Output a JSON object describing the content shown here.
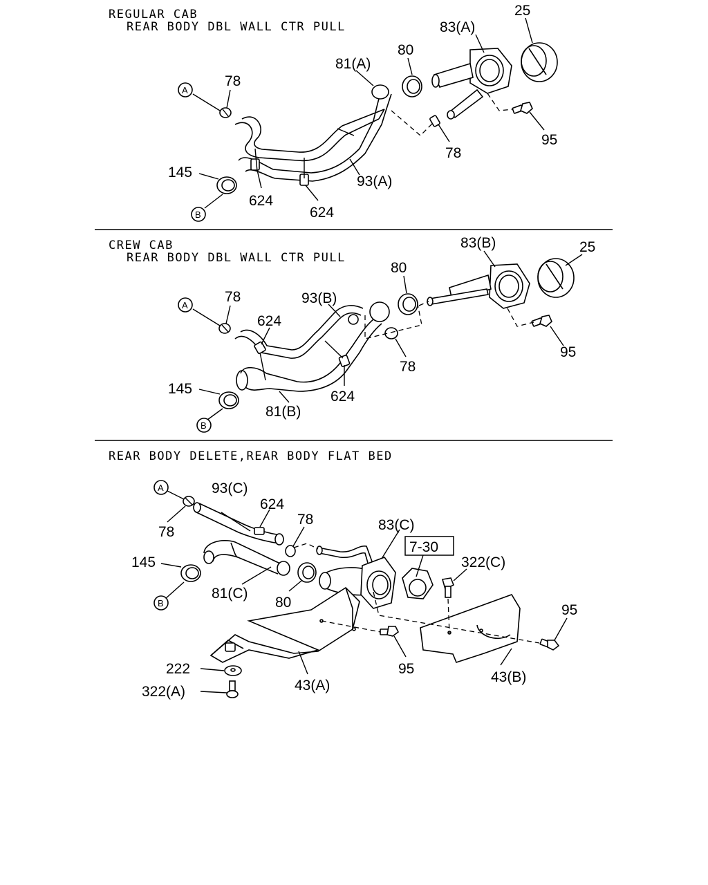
{
  "sections": [
    {
      "title": "REGULAR CAB",
      "subtitle": "REAR BODY DBL WALL CTR PULL",
      "labels": {
        "p25": "25",
        "p83": "83(A)",
        "p80": "80",
        "p81": "81(A)",
        "p78a": "78",
        "p78b": "78",
        "p95": "95",
        "p145": "145",
        "p624a": "624",
        "p624b": "624",
        "p93": "93(A)",
        "ca": "A",
        "cb": "B"
      }
    },
    {
      "title": "CREW CAB",
      "subtitle": "REAR BODY DBL WALL CTR PULL",
      "labels": {
        "p83": "83(B)",
        "p25": "25",
        "p80": "80",
        "p93": "93(B)",
        "p78a": "78",
        "p624a": "624",
        "p78b": "78",
        "p95": "95",
        "p624b": "624",
        "p145": "145",
        "p81": "81(B)",
        "ca": "A",
        "cb": "B"
      }
    },
    {
      "title": "REAR BODY DELETE,REAR BODY FLAT BED",
      "subtitle": "",
      "labels": {
        "ca": "A",
        "p93": "93(C)",
        "p624": "624",
        "p78a": "78",
        "p78b": "78",
        "p83": "83(C)",
        "ref": "7-30",
        "p322c": "322(C)",
        "p145": "145",
        "cb": "B",
        "p81": "81(C)",
        "p80": "80",
        "p95a": "95",
        "p95b": "95",
        "p222": "222",
        "p322a": "322(A)",
        "p43a": "43(A)",
        "p43b": "43(B)"
      }
    }
  ]
}
